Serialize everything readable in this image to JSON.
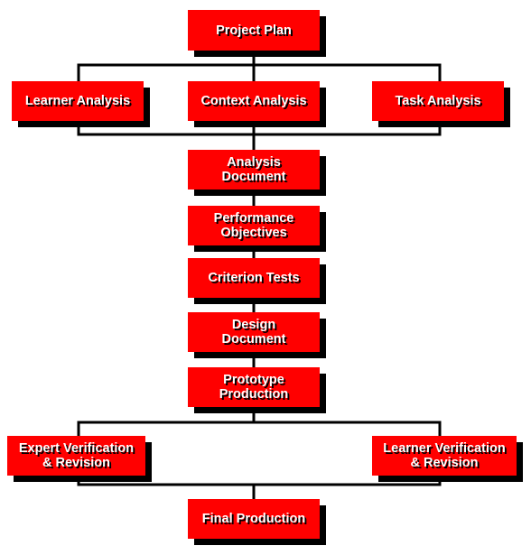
{
  "colors": {
    "box_fill": "#ff0000",
    "box_text": "#ffffff",
    "shadow": "#000000",
    "connector": "#000000"
  },
  "nodes": {
    "project_plan": "Project Plan",
    "learner_analysis": "Learner Analysis",
    "context_analysis": "Context Analysis",
    "task_analysis": "Task Analysis",
    "analysis_document": "Analysis\nDocument",
    "performance_objectives": "Performance\nObjectives",
    "criterion_tests": "Criterion Tests",
    "design_document": "Design\nDocument",
    "prototype_production": "Prototype\nProduction",
    "expert_verification": "Expert Verification\n& Revision",
    "learner_verification": "Learner Verification\n& Revision",
    "final_production": "Final Production"
  }
}
